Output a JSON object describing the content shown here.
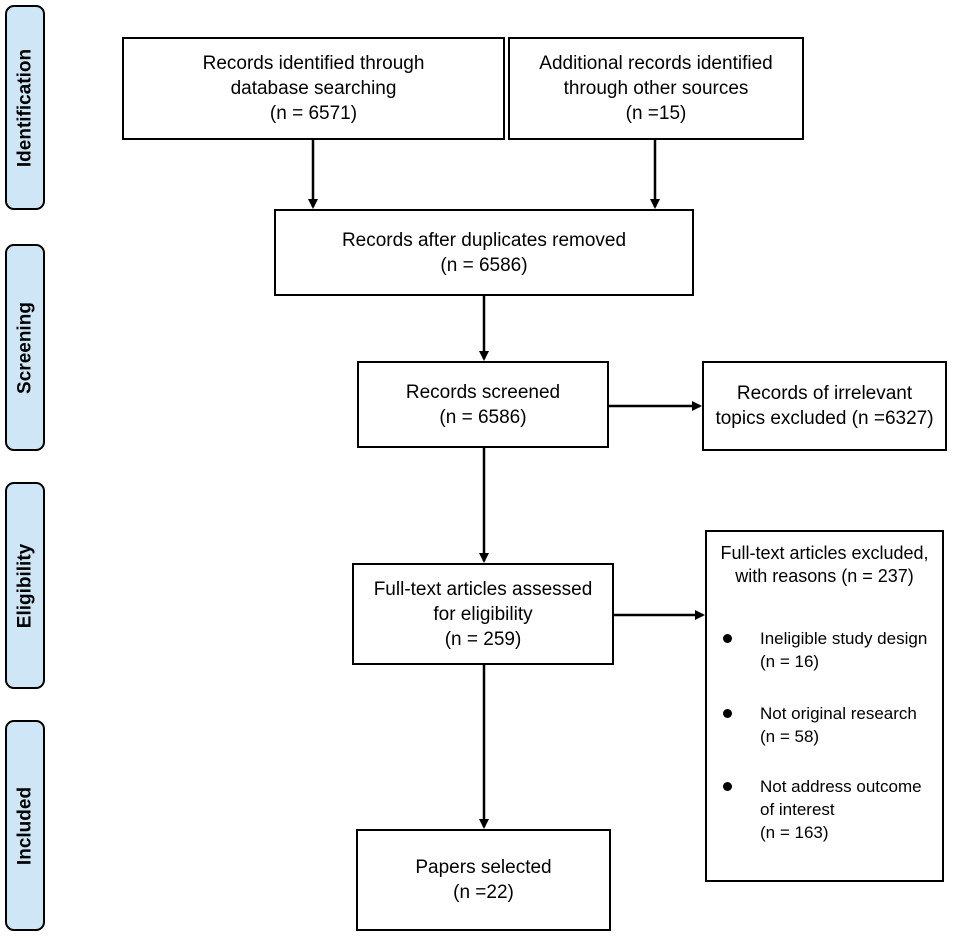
{
  "phases": {
    "identification": "Identification",
    "screening": "Screening",
    "eligibility": "Eligibility",
    "included": "Included"
  },
  "boxes": {
    "database": {
      "line1": "Records identified through",
      "line2": "database searching",
      "count": "(n = 6571)"
    },
    "other_sources": {
      "line1": "Additional records identified",
      "line2": "through other sources",
      "count": "(n =15)"
    },
    "duplicates": {
      "line1": "Records after duplicates removed",
      "count": "(n = 6586)"
    },
    "screened": {
      "line1": "Records screened",
      "count": "(n = 6586)"
    },
    "irrelevant": {
      "line1": "Records of irrelevant",
      "line2": "topics excluded  (n =6327)"
    },
    "fulltext": {
      "line1": "Full-text articles assessed",
      "line2": "for eligibility",
      "count": "(n = 259)"
    },
    "selected": {
      "line1": "Papers selected",
      "count": "(n =22)"
    }
  },
  "exclusions": {
    "heading_line1": "Full-text articles excluded,",
    "heading_line2": "with reasons (n = 237)",
    "reasons": [
      {
        "lines": [
          "Ineligible study design",
          "(n = 16)"
        ]
      },
      {
        "lines": [
          "Not original research",
          "(n = 58)"
        ]
      },
      {
        "lines": [
          "Not address outcome",
          "of interest",
          "(n = 163)"
        ]
      }
    ]
  }
}
